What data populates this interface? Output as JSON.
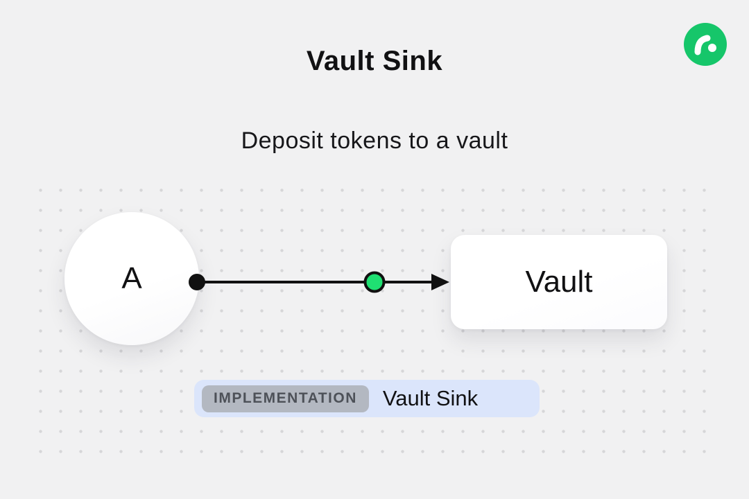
{
  "page": {
    "title": "Vault Sink",
    "subtitle": "Deposit tokens to a vault"
  },
  "diagram": {
    "source_node": {
      "label": "A"
    },
    "target_node": {
      "label": "Vault"
    },
    "connector": {
      "start_marker": "black-dot",
      "mid_marker": "green-dot",
      "end_marker": "arrowhead"
    }
  },
  "badge": {
    "label": "IMPLEMENTATION",
    "value": "Vault Sink"
  },
  "icons": {
    "brand_logo": "flow-brand-logo"
  },
  "colors": {
    "background": "#f1f1f2",
    "accent_green": "#17cf6c",
    "logo_green": "#16c66a",
    "connector_black": "#111111",
    "badge_background": "#dbe5fb",
    "badge_tag_background": "#b3b8c1",
    "dot_pattern": "#d6d6d8"
  }
}
